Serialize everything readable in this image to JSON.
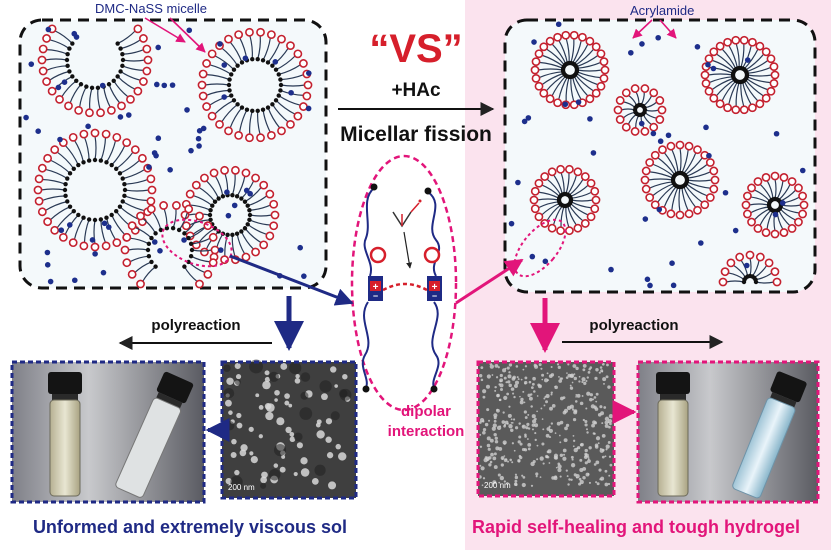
{
  "labels": {
    "dmc_micelle": "DMC-NaSS micelle",
    "acrylamide": "Acrylamide",
    "vs": "“VS”",
    "hac": "+HAc",
    "micellar_fission": "Micellar fission",
    "polyreaction_left": "polyreaction",
    "polyreaction_right": "polyreaction",
    "dipolar_line1": "dipolar",
    "dipolar_line2": "interaction",
    "scale_left": "200 nm",
    "scale_right": "200 nm",
    "caption_left": "Unformed and extremely viscous sol",
    "caption_right": "Rapid self-healing and tough hydrogel",
    "charge_plus": "+",
    "charge_minus": "−"
  },
  "colors": {
    "navy": "#1f2a85",
    "magenta": "#e2157a",
    "red": "#d61f2b",
    "head_red": "#c4212f",
    "bead": "#1d2f8c",
    "pink_bg": "#fbe3ee",
    "panel_bg": "#f4f9fb"
  },
  "icons": {
    "acetic_acid": "acetic-acid-structure-icon",
    "vial": "vial-icon"
  }
}
